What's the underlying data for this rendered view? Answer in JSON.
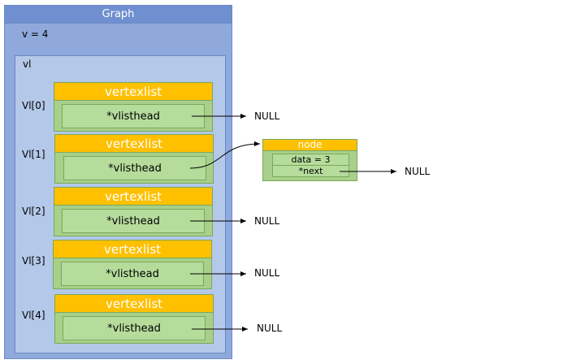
{
  "graph": {
    "title": "Graph",
    "vertex_count": "v = 4",
    "vl_label": "vl"
  },
  "vertices": [
    {
      "label": "Vl[0]",
      "struct": "vertexlist",
      "field": "*vlisthead",
      "target": "NULL"
    },
    {
      "label": "Vl[1]",
      "struct": "vertexlist",
      "field": "*vlisthead",
      "target": "node"
    },
    {
      "label": "Vl[2]",
      "struct": "vertexlist",
      "field": "*vlisthead",
      "target": "NULL"
    },
    {
      "label": "Vl[3]",
      "struct": "vertexlist",
      "field": "*vlisthead",
      "target": "NULL"
    },
    {
      "label": "Vl[4]",
      "struct": "vertexlist",
      "field": "*vlisthead",
      "target": "NULL"
    }
  ],
  "null_label": "NULL",
  "node": {
    "title": "node",
    "data_field": "data = 3",
    "next_field": "*next",
    "next_target": "NULL"
  },
  "colors": {
    "graph_fill": "#8fa9dc",
    "graph_title": "#6f8fd0",
    "vl_fill": "#b4c8e9",
    "struct_header": "#ffc000",
    "struct_body": "#a8d08a",
    "field_fill": "#b6dc9c"
  }
}
